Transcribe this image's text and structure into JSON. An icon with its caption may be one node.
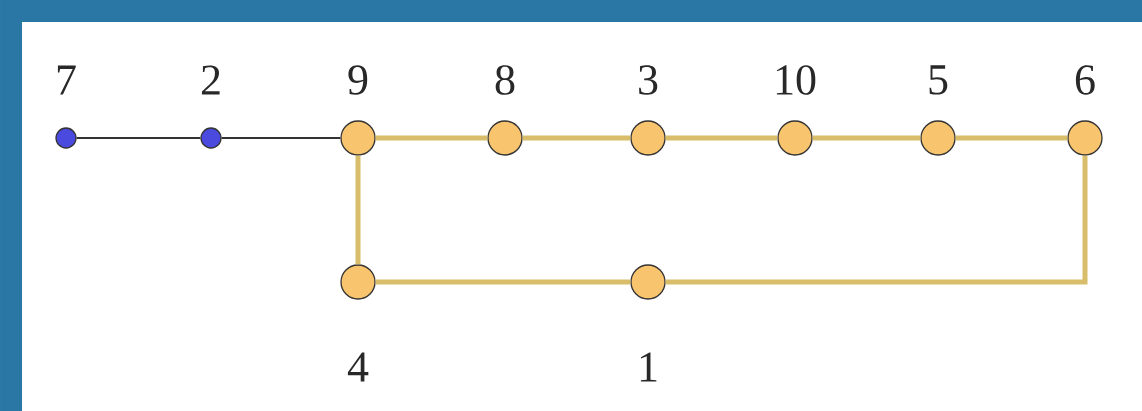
{
  "diagram": {
    "nodes": [
      {
        "text": [],
        "shape": "circle",
        "beside": [
          "7"
        ]
      },
      {
        "text": [],
        "shape": "circle",
        "beside": [
          "2"
        ]
      },
      {
        "text": [],
        "shape": "circle",
        "beside": [
          "9"
        ]
      },
      {
        "text": [],
        "shape": "circle",
        "beside": [
          "8"
        ]
      },
      {
        "text": [],
        "shape": "circle",
        "beside": [
          "3"
        ]
      },
      {
        "text": [],
        "shape": "circle",
        "beside": [
          "10"
        ]
      },
      {
        "text": [],
        "shape": "circle",
        "beside": [
          "5"
        ]
      },
      {
        "text": [],
        "shape": "circle",
        "beside": [
          "6"
        ]
      },
      {
        "text": [],
        "shape": "circle",
        "beside": [
          "4"
        ]
      },
      {
        "text": [],
        "shape": "circle",
        "beside": [
          "1"
        ]
      }
    ],
    "edges": [
      {
        "from": 0,
        "to": 1,
        "arrow": "none",
        "color": "#333333"
      },
      {
        "from": 1,
        "to": 2,
        "arrow": "none",
        "color": "#333333"
      },
      {
        "from": 2,
        "to": 3,
        "arrow": "none"
      },
      {
        "from": 3,
        "to": 4,
        "arrow": "none"
      },
      {
        "from": 4,
        "to": 5,
        "arrow": "none"
      },
      {
        "from": 5,
        "to": 6,
        "arrow": "none"
      },
      {
        "from": 6,
        "to": 7,
        "arrow": "none"
      },
      {
        "from": 2,
        "to": 8,
        "arrow": "none"
      },
      {
        "from": 8,
        "to": 9,
        "arrow": "none"
      },
      {
        "from": 9,
        "to": 7,
        "arrow": "none"
      }
    ]
  }
}
